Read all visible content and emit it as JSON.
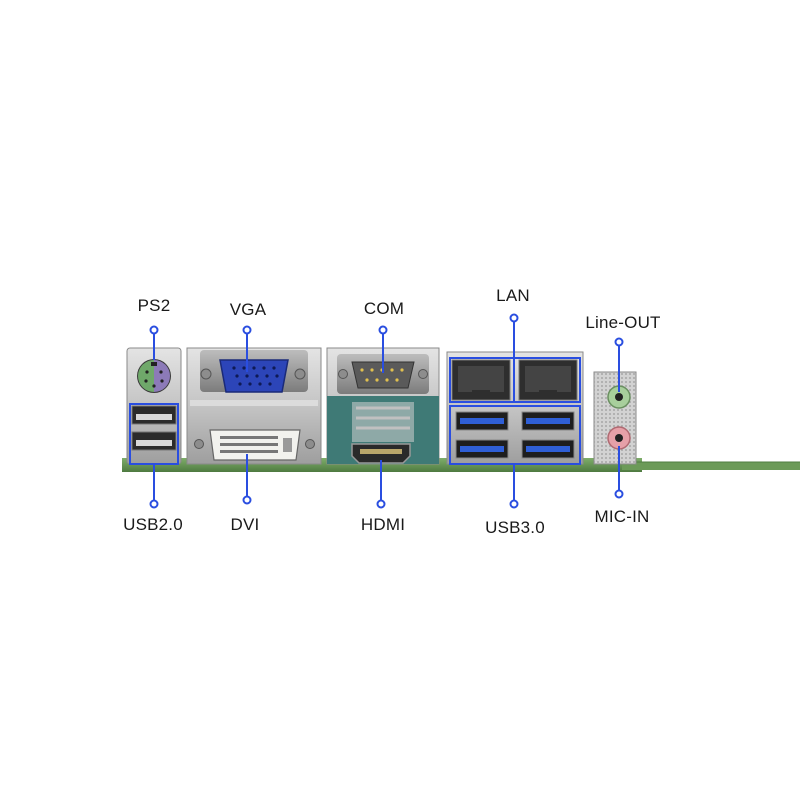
{
  "ports": {
    "ps2": "PS2",
    "vga": "VGA",
    "com": "COM",
    "lan": "LAN",
    "line_out": "Line-OUT",
    "usb2": "USB2.0",
    "dvi": "DVI",
    "hdmi": "HDMI",
    "usb3": "USB3.0",
    "mic_in": "MIC-IN"
  },
  "colors": {
    "callout": "#2a4ee0",
    "pcb": "#5f8f4e",
    "metal": "#c9c9c9",
    "vga_blue": "#2c45b8",
    "usb3_blue": "#2f5fd6",
    "ps2_purple": "#8c7ab8",
    "ps2_green": "#6fa86a",
    "line_out_green": "#a8cf9c",
    "mic_pink": "#e6a0a8",
    "teal_bracket": "#3f7a76"
  },
  "icons": [
    "ps2-port-icon",
    "vga-port-icon",
    "com-port-icon",
    "dvi-port-icon",
    "hdmi-port-icon",
    "usb2-port-icon",
    "rj45-port-icon",
    "usb3-port-icon",
    "audio-jack-icon"
  ]
}
